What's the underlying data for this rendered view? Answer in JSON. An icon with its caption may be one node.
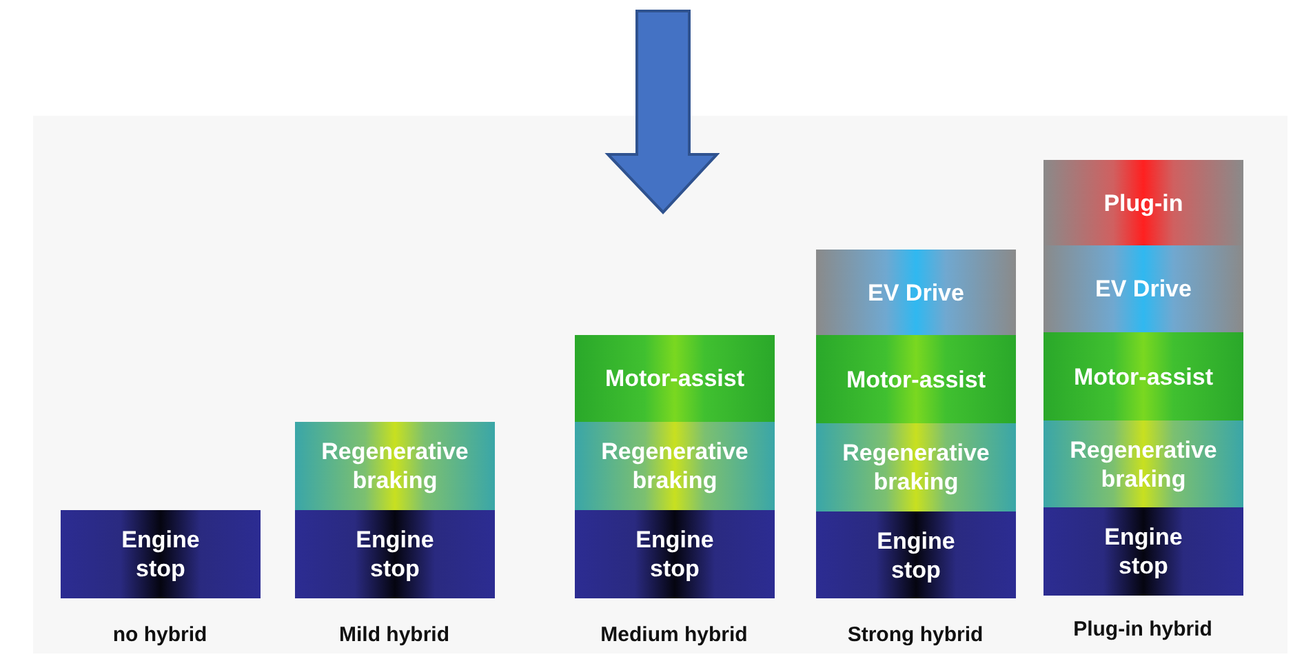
{
  "diagram": {
    "nodes": [
      {
        "text": [
          "Engine stop"
        ]
      },
      {
        "text": [
          "Regenerative braking"
        ]
      },
      {
        "text": [
          "Engine stop"
        ]
      },
      {
        "text": [
          "Motor-assist"
        ]
      },
      {
        "text": [
          "Regenerative braking"
        ]
      },
      {
        "text": [
          "Engine stop"
        ]
      },
      {
        "text": [
          "EV Drive"
        ]
      },
      {
        "text": [
          "Motor-assist"
        ]
      },
      {
        "text": [
          "Regenerative braking"
        ]
      },
      {
        "text": [
          "Engine stop"
        ]
      },
      {
        "text": [
          "Plug-in"
        ]
      },
      {
        "text": [
          "EV Drive"
        ]
      },
      {
        "text": [
          "Motor-assist"
        ]
      },
      {
        "text": [
          "Regenerative braking"
        ]
      },
      {
        "text": [
          "Engine stop"
        ]
      }
    ],
    "labels": [
      "no hybrid",
      "Mild hybrid",
      "Medium hybrid",
      "Strong hybrid",
      "Plug-in hybrid"
    ]
  }
}
